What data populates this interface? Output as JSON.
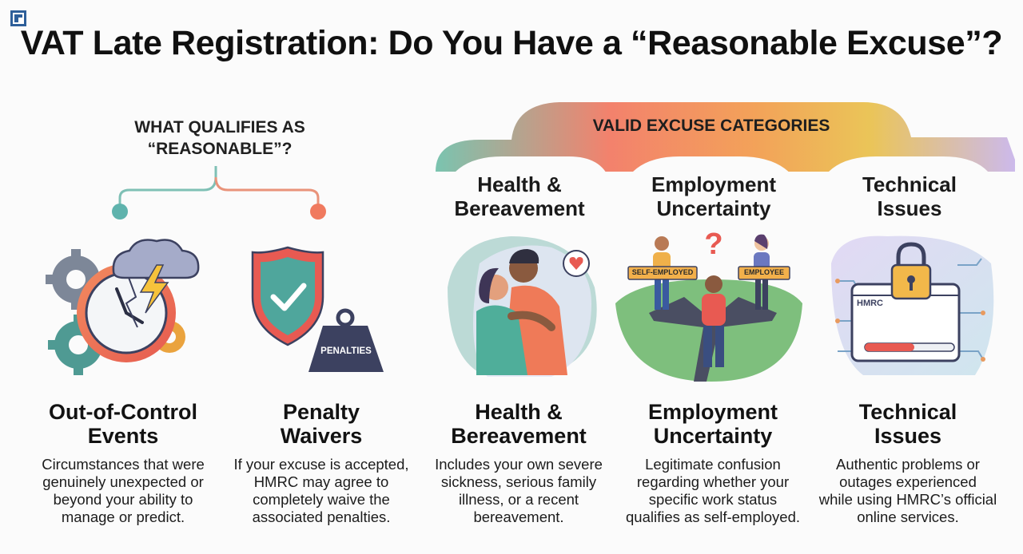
{
  "title": "VAT Late Registration: Do You Have a “Reasonable Excuse”?",
  "qualifies_label": [
    "WHAT QUALIFIES AS",
    "“REASONABLE”?"
  ],
  "categories_label": "VALID EXCUSE CATEGORIES",
  "cards": [
    {
      "title": [
        "Health &",
        "Bereavement"
      ]
    },
    {
      "title": [
        "Employment",
        "Uncertainty"
      ],
      "signs": [
        "SELF-EMPLOYED",
        "EMPLOYEE"
      ]
    },
    {
      "title": [
        "Technical",
        "Issues"
      ],
      "window_label": "HMRC"
    }
  ],
  "penalty_weight_label": "PENALTIES",
  "columns": [
    {
      "heading": [
        "Out-of-Control",
        "Events"
      ],
      "desc": [
        "Circumstances that were",
        "genuinely unexpected or",
        "beyond your ability to",
        "manage or predict."
      ]
    },
    {
      "heading": [
        "Penalty",
        "Waivers"
      ],
      "desc": [
        "If your excuse is accepted,",
        "HMRC may agree to",
        "completely waive the",
        "associated penalties."
      ]
    },
    {
      "heading": [
        "Health &",
        "Bereavement"
      ],
      "desc": [
        "Includes your own severe",
        "sickness, serious family",
        "illness, or a recent",
        "bereavement."
      ]
    },
    {
      "heading": [
        "Employment",
        "Uncertainty"
      ],
      "desc": [
        "Legitimate confusion",
        "regarding whether your",
        "specific work status",
        "qualifies as self-employed."
      ]
    },
    {
      "heading": [
        "Technical",
        "Issues"
      ],
      "desc": [
        "Authentic problems or",
        "outages experienced",
        "while using HMRC’s official",
        "online services."
      ]
    }
  ],
  "colors": {
    "teal": "#5fb3ad",
    "coral": "#f07a5f",
    "orange": "#f0a640",
    "purple": "#b9a3e0",
    "dark_navy": "#3c4160"
  }
}
